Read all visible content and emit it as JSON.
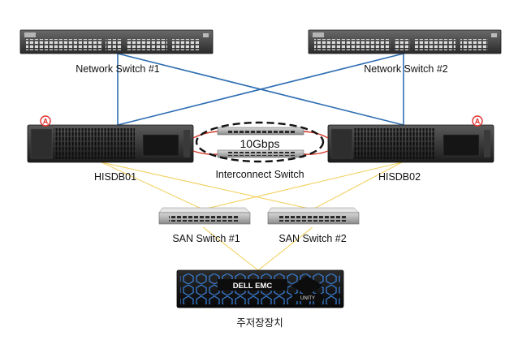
{
  "labels": {
    "network_switch_1": "Network Switch #1",
    "network_switch_2": "Network Switch #2",
    "server_1": "HISDB01",
    "server_2": "HISDB02",
    "interconnect_speed": "10Gbps",
    "interconnect_switch": "Interconnect Switch",
    "san_switch_1": "SAN Switch #1",
    "san_switch_2": "SAN Switch #2",
    "storage": "주저장장치",
    "storage_brand": "DELL EMC",
    "storage_model": "UNITY",
    "server_badge_1": "A",
    "server_badge_2": "A"
  },
  "colors": {
    "network_link": "#2f6fb3",
    "san_link": "#f2d264",
    "interconnect_cable": "#d43a2a",
    "interconnect_ring": "#111111",
    "server_badge": "#e0312f",
    "storage_glow": "#2f7fe0"
  }
}
